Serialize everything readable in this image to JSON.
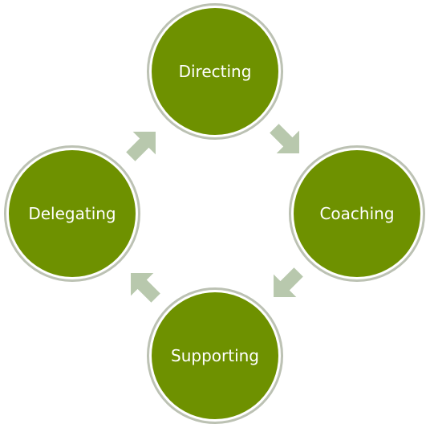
{
  "colors": {
    "node_fill": "#6e9100",
    "node_border": "#ffffff",
    "node_text": "#ffffff",
    "arrow_fill": "#b8c8ad"
  },
  "nodes": [
    {
      "label": "Directing"
    },
    {
      "label": "Coaching"
    },
    {
      "label": "Supporting"
    },
    {
      "label": "Delegating"
    }
  ]
}
